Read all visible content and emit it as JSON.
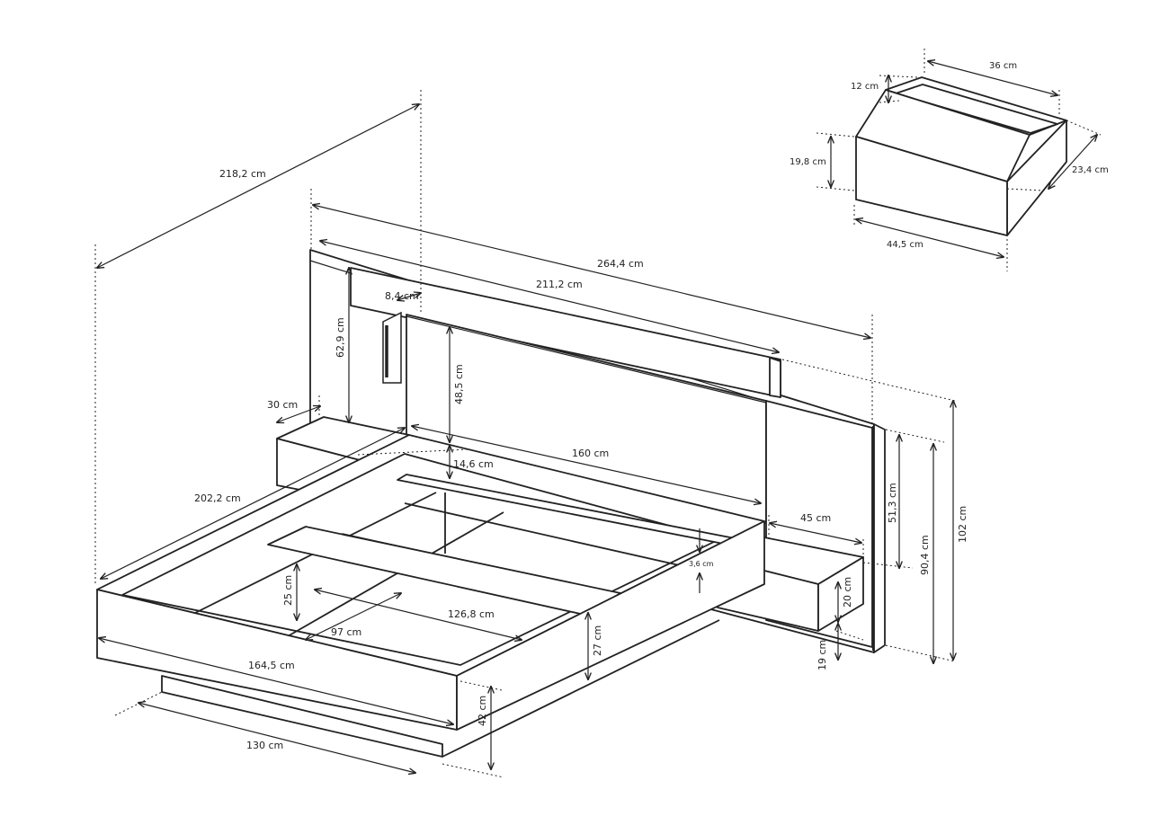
{
  "dimensions": {
    "overall_depth": "218,2 cm",
    "overall_width": "264,4 cm",
    "headboard_panel_width": "211,2 cm",
    "panel_offset": "8,4 cm",
    "panel_height": "62,9 cm",
    "headboard_height": "48,5 cm",
    "table_depth_left": "30 cm",
    "headboard_gap": "14,6 cm",
    "mattress_width": "160 cm",
    "bed_length": "202,2 cm",
    "table_depth_right": "45 cm",
    "shelf_thickness": "3,6 cm",
    "side_panel_height": "51,3 cm",
    "side_height": "90,4 cm",
    "total_height": "102 cm",
    "frame_inner_height": "25 cm",
    "slat_length": "126,8 cm",
    "inner_width": "97 cm",
    "frame_height": "27 cm",
    "drawer_height": "20 cm",
    "table_clearance": "19 cm",
    "frame_width": "164,5 cm",
    "bed_height": "42 cm",
    "base_width": "130 cm"
  },
  "drawer": {
    "width": "36 cm",
    "top_height": "12 cm",
    "depth": "23,4 cm",
    "front_height": "19,8 cm",
    "front_width": "44,5 cm"
  }
}
